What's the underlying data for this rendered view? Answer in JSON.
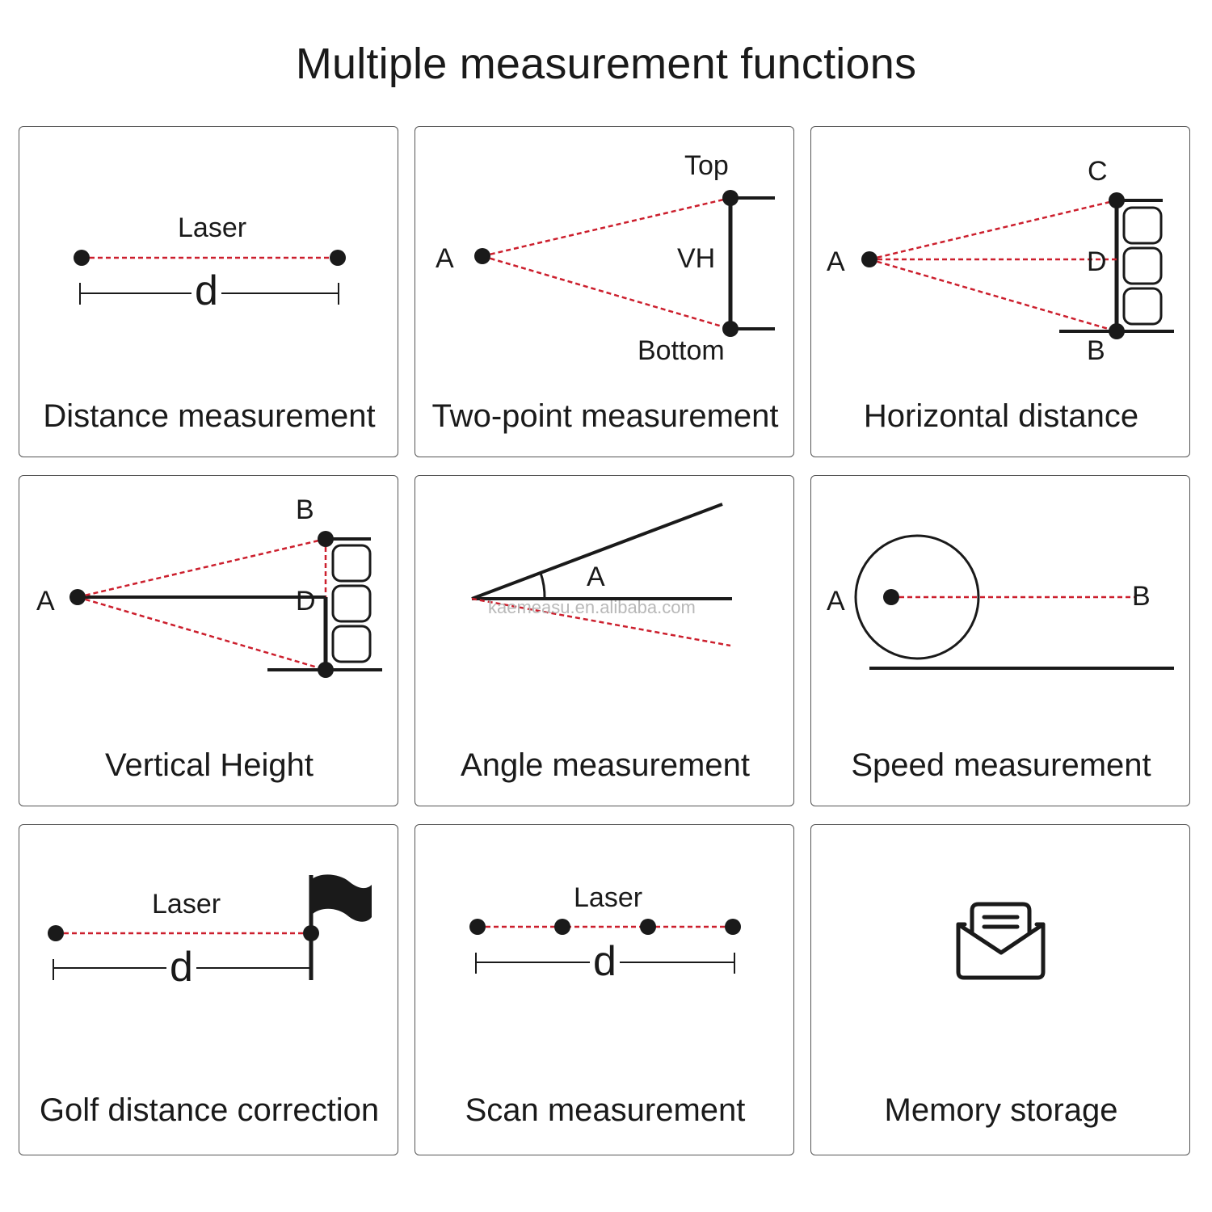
{
  "title": "Multiple measurement functions",
  "colors": {
    "laser": "#cc1f2d",
    "ink": "#1a1a1a",
    "border": "#555555"
  },
  "cards": [
    {
      "caption": "Distance measurement",
      "labels": {
        "laser": "Laser",
        "d": "d"
      }
    },
    {
      "caption": "Two-point measurement",
      "labels": {
        "top": "Top",
        "a": "A",
        "vh": "VH",
        "bottom": "Bottom"
      }
    },
    {
      "caption": "Horizontal distance",
      "labels": {
        "c": "C",
        "a": "A",
        "d": "D",
        "b": "B"
      }
    },
    {
      "caption": "Vertical Height",
      "labels": {
        "b": "B",
        "a": "A",
        "d": "D"
      }
    },
    {
      "caption": "Angle measurement",
      "labels": {
        "a": "A",
        "watermark": "kaemeasu.en.alibaba.com"
      }
    },
    {
      "caption": "Speed measurement",
      "labels": {
        "a": "A",
        "b": "B"
      }
    },
    {
      "caption": "Golf distance correction",
      "labels": {
        "laser": "Laser",
        "d": "d"
      },
      "icon": "golf-flag-icon"
    },
    {
      "caption": "Scan measurement",
      "labels": {
        "laser": "Laser",
        "d": "d"
      }
    },
    {
      "caption": "Memory storage",
      "labels": {},
      "icon": "mail-envelope-icon"
    }
  ]
}
